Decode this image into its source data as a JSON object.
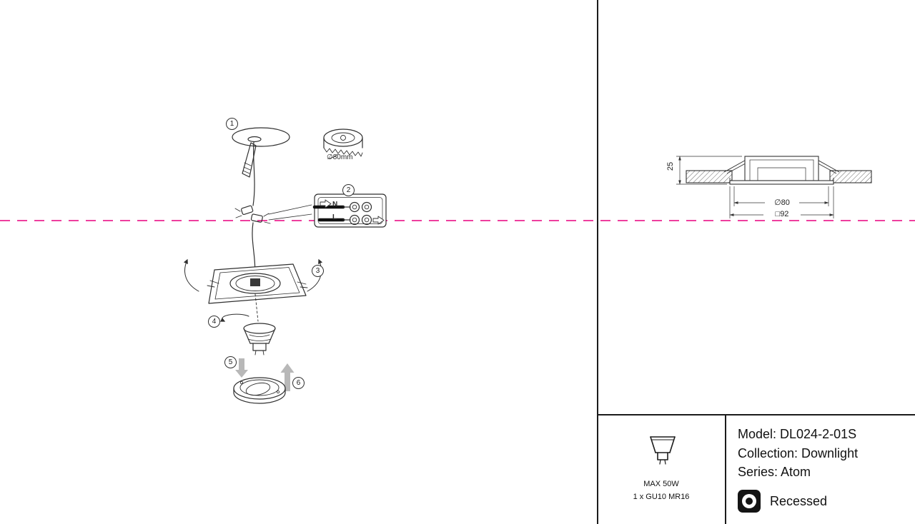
{
  "colors": {
    "cut_line_pink": "#ee3f9e",
    "line_dark": "#2f2f2f",
    "arrow_gray": "#b8b8b8"
  },
  "installation": {
    "steps": [
      "1",
      "2",
      "3",
      "4",
      "5",
      "6"
    ],
    "hole_saw_label": "∅80mm",
    "terminal_neutral": "N",
    "terminal_live": "L"
  },
  "dimension_drawing": {
    "recess_height": "25",
    "cutout_diameter": "∅80",
    "trim_square": "□92"
  },
  "spec_panel": {
    "lamp": {
      "max_power": "MAX 50W",
      "lamp_type": "1 x GU10 MR16"
    },
    "product": {
      "model": "Model: DL024-2-01S",
      "collection": "Collection: Downlight",
      "series": "Series: Atom",
      "mounting": "Recessed"
    }
  }
}
